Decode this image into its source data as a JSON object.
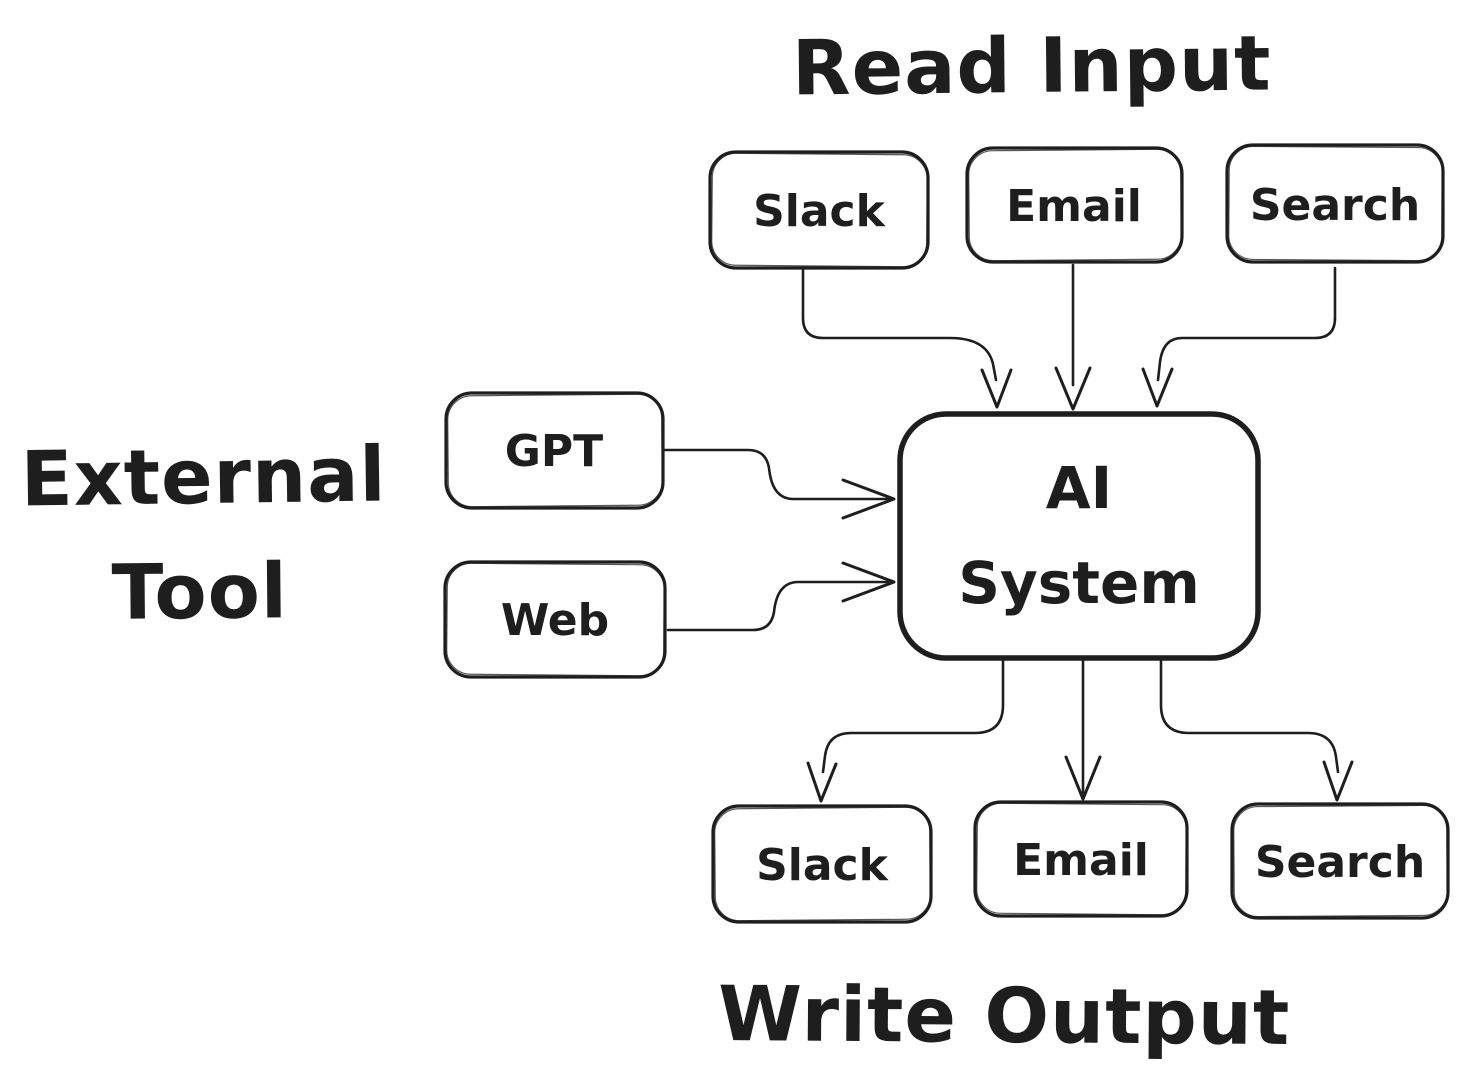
{
  "colors": {
    "ink": "#1e1e1e",
    "canvas": "#ffffff"
  },
  "titles": {
    "read_input": "Read Input",
    "external_tool": {
      "line1": "External",
      "line2": "Tool"
    },
    "write_output": "Write Output"
  },
  "nodes": {
    "read_slack": {
      "label": "Slack"
    },
    "read_email": {
      "label": "Email"
    },
    "read_search": {
      "label": "Search"
    },
    "gpt": {
      "label": "GPT"
    },
    "web": {
      "label": "Web"
    },
    "ai_system": {
      "label_line1": "AI",
      "label_line2": "System"
    },
    "write_slack": {
      "label": "Slack"
    },
    "write_email": {
      "label": "Email"
    },
    "write_search": {
      "label": "Search"
    }
  },
  "edges": [
    {
      "from": "read_slack",
      "to": "ai_system"
    },
    {
      "from": "read_email",
      "to": "ai_system"
    },
    {
      "from": "read_search",
      "to": "ai_system"
    },
    {
      "from": "gpt",
      "to": "ai_system"
    },
    {
      "from": "web",
      "to": "ai_system"
    },
    {
      "from": "ai_system",
      "to": "write_slack"
    },
    {
      "from": "ai_system",
      "to": "write_email"
    },
    {
      "from": "ai_system",
      "to": "write_search"
    }
  ]
}
